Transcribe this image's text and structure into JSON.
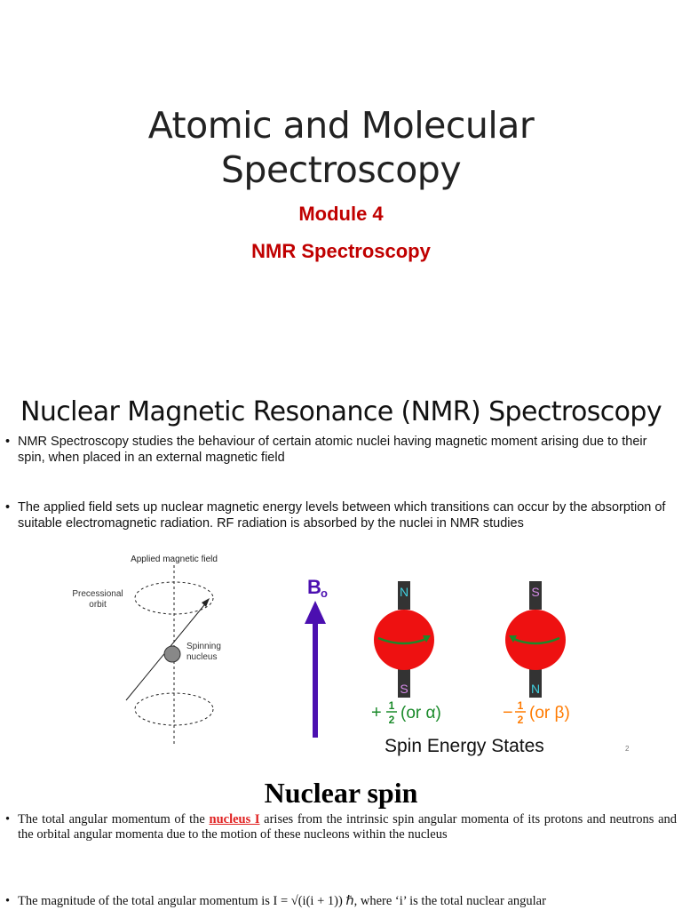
{
  "slide1": {
    "title_line1": "Atomic and Molecular",
    "title_line2": "Spectroscopy",
    "module": "Module 4",
    "subtitle": "NMR Spectroscopy"
  },
  "slide2": {
    "title": "Nuclear Magnetic Resonance (NMR) Spectroscopy",
    "bullets": [
      "NMR Spectroscopy studies the behaviour of certain atomic nuclei having magnetic moment arising due to their spin, when placed in an external magnetic field",
      "The applied field sets up nuclear magnetic energy levels between which transitions can occur by the absorption of suitable electromagnetic radiation. RF radiation is absorbed by the nuclei in NMR studies"
    ],
    "diagram": {
      "applied_field_label": "Applied magnetic field",
      "precessional_line1": "Precessional",
      "precessional_line2": "orbit",
      "spinning_line1": "Spinning",
      "spinning_line2": "nucleus"
    },
    "spin": {
      "field_label": "B",
      "field_subscript": "o",
      "north": "N",
      "south": "S",
      "plus_sign": "+",
      "minus_sign": "−",
      "frac_num": "1",
      "frac_den": "2",
      "or_open": "(or",
      "alpha": "α",
      "beta": "β",
      "close": ")",
      "caption": "Spin Energy States",
      "colors": {
        "arrow": "#4b0fb0",
        "ball": "#ee1111",
        "north_text": "#40d0e0",
        "south_text": "#d58be8",
        "green": "#1a8a2a",
        "orange": "#ff7a00"
      }
    },
    "page_number": "2"
  },
  "slide3": {
    "title": "Nuclear spin",
    "bullet1_pre": "The total angular momentum of the ",
    "bullet1_link": "nucleus I",
    "bullet1_post": " arises from the intrinsic spin angular momenta of its protons and neutrons and the orbital angular momenta due to the motion of these nucleons within the nucleus",
    "bullet2": "The magnitude of the total angular momentum is I = √(i(i + 1)) ℏ, where ‘i’ is the total nuclear angular"
  }
}
